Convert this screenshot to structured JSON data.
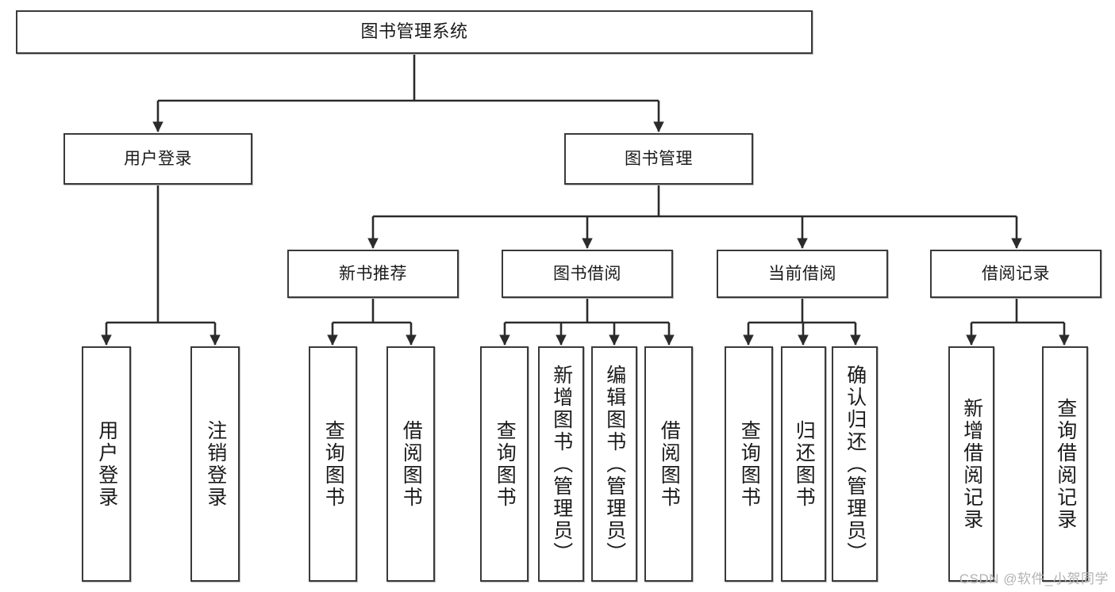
{
  "diagram": {
    "title": "图书管理系统",
    "type": "tree-hierarchy-functional-decomposition",
    "watermark": "CSDN @软件_小贺同学",
    "colors": {
      "box_border": "#3a3a3a",
      "box_fill": "#ffffff",
      "edge": "#2b2b2b",
      "text": "#1a1a1a",
      "watermark": "#b3b3b3"
    },
    "levels": {
      "root": {
        "id": "root",
        "label": "图书管理系统"
      },
      "level2": [
        {
          "id": "user-login",
          "label": "用户登录"
        },
        {
          "id": "book-manage",
          "label": "图书管理"
        }
      ],
      "level3": [
        {
          "id": "new-book-recommend",
          "label": "新书推荐",
          "parent": "book-manage"
        },
        {
          "id": "book-borrow",
          "label": "图书借阅",
          "parent": "book-manage"
        },
        {
          "id": "current-borrow",
          "label": "当前借阅",
          "parent": "book-manage"
        },
        {
          "id": "borrow-record",
          "label": "借阅记录",
          "parent": "book-manage"
        }
      ],
      "leaves": [
        {
          "id": "leaf-user-login",
          "label": "用户登录",
          "parent": "user-login"
        },
        {
          "id": "leaf-logout-login",
          "label": "注销登录",
          "parent": "user-login"
        },
        {
          "id": "leaf-query-book-1",
          "label": "查询图书",
          "parent": "new-book-recommend"
        },
        {
          "id": "leaf-borrow-book-1",
          "label": "借阅图书",
          "parent": "new-book-recommend"
        },
        {
          "id": "leaf-query-book-2",
          "label": "查询图书",
          "parent": "book-borrow"
        },
        {
          "id": "leaf-add-book",
          "label": "新增图书（管理员）",
          "parent": "book-borrow"
        },
        {
          "id": "leaf-edit-book",
          "label": "编辑图书（管理员）",
          "parent": "book-borrow"
        },
        {
          "id": "leaf-borrow-book-2",
          "label": "借阅图书",
          "parent": "book-borrow"
        },
        {
          "id": "leaf-query-book-3",
          "label": "查询图书",
          "parent": "current-borrow"
        },
        {
          "id": "leaf-return-book",
          "label": "归还图书",
          "parent": "current-borrow"
        },
        {
          "id": "leaf-confirm-return",
          "label": "确认归还（管理员）",
          "parent": "current-borrow"
        },
        {
          "id": "leaf-add-record",
          "label": "新增借阅记录",
          "parent": "borrow-record"
        },
        {
          "id": "leaf-query-record",
          "label": "查询借阅记录",
          "parent": "borrow-record"
        }
      ]
    }
  }
}
